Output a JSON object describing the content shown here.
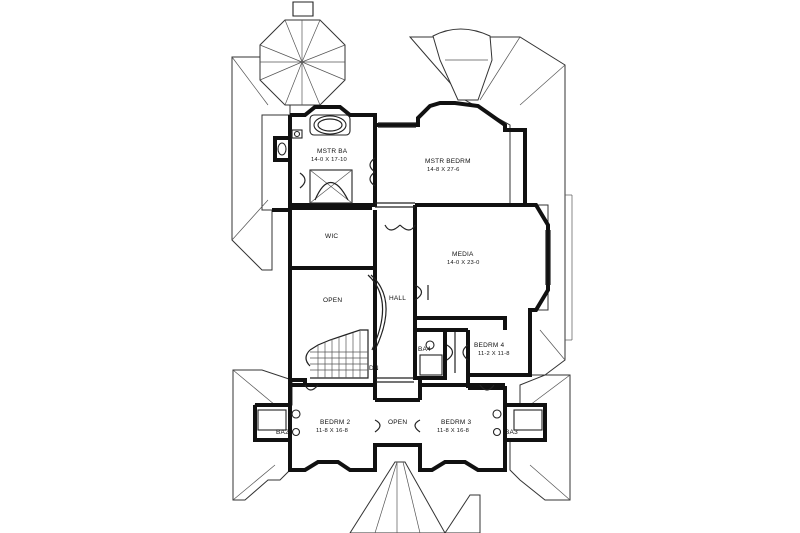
{
  "rooms": {
    "mstr_ba": {
      "name": "MSTR BA",
      "size": "14-0 X 17-10"
    },
    "mstr_bedrm": {
      "name": "MSTR BEDRM",
      "size": "14-8 X 27-6"
    },
    "wic": {
      "name": "WIC"
    },
    "media": {
      "name": "MEDIA",
      "size": "14-0 X 23-0"
    },
    "open_upper": {
      "name": "OPEN"
    },
    "hall": {
      "name": "HALL"
    },
    "bedrm4": {
      "name": "BEDRM 4",
      "size": "11-2 X 11-8"
    },
    "ba4": {
      "name": "BA4"
    },
    "dn": {
      "name": "DN"
    },
    "bedrm2": {
      "name": "BEDRM 2",
      "size": "11-8 X 16-8"
    },
    "ba2": {
      "name": "BA2"
    },
    "open_lower": {
      "name": "OPEN"
    },
    "bedrm3": {
      "name": "BEDRM 3",
      "size": "11-8 X 16-8"
    },
    "ba3": {
      "name": "BA3"
    }
  }
}
